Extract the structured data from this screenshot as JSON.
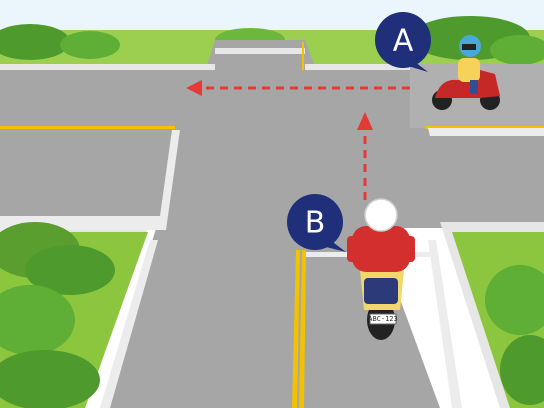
{
  "scene": {
    "description_labels": {
      "rider_a_label": "A",
      "rider_b_label": "B",
      "plate_text": "ABC-123"
    },
    "colors": {
      "sky": "#eaf6fb",
      "grass": "#8cc63f",
      "grass_dark": "#5a9e2f",
      "road": "#a6a6a6",
      "sidewalk": "#d9d9d9",
      "center_line": "#f2c200",
      "arrow": "#e53935",
      "badge": "#1f2f7a",
      "rider_a_jacket": "#f6d25a",
      "rider_a_scooter": "#c62828",
      "rider_b_jacket": "#d32f2f",
      "rider_b_scooter": "#f2d86a"
    },
    "icons": {
      "rider_a": "motorcycle-rider-icon",
      "rider_b": "motorcycle-rider-icon",
      "direction": "arrow-icon"
    }
  }
}
